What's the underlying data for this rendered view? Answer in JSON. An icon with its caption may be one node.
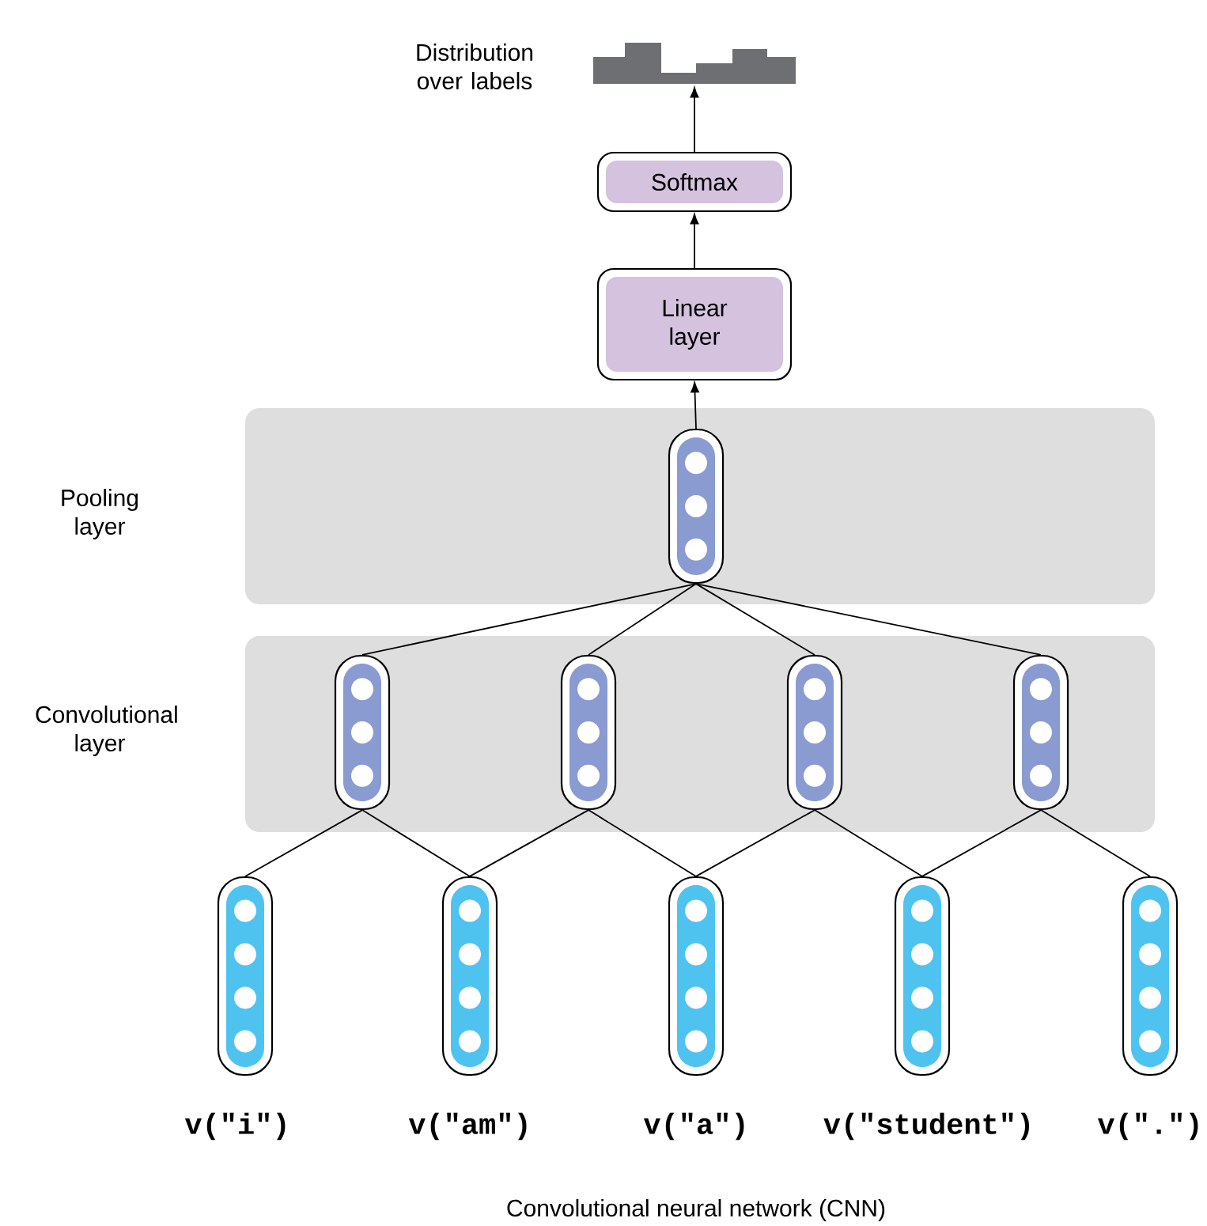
{
  "diagram": {
    "caption": "Convolutional neural network (CNN)",
    "nodes": [
      {
        "text": [
          "Pooling layer"
        ]
      },
      {
        "text": [
          "Convolutional layer"
        ]
      },
      {
        "text": [],
        "shape": "capsule",
        "in": 0
      },
      {
        "text": [],
        "shape": "capsule",
        "in": 1
      },
      {
        "text": [],
        "shape": "capsule",
        "in": 1
      },
      {
        "text": [],
        "shape": "capsule",
        "in": 1
      },
      {
        "text": [],
        "shape": "capsule",
        "in": 1
      },
      {
        "text": [],
        "shape": "capsule",
        "beside": [
          "v(\"i\")"
        ]
      },
      {
        "text": [],
        "shape": "capsule",
        "beside": [
          "v(\"am\")"
        ]
      },
      {
        "text": [],
        "shape": "capsule",
        "beside": [
          "v(\"a\")"
        ]
      },
      {
        "text": [],
        "shape": "capsule",
        "beside": [
          "v(\"student\")"
        ]
      },
      {
        "text": [],
        "shape": "capsule",
        "beside": [
          "v(\".\")"
        ]
      },
      {
        "text": [
          "Linear layer"
        ]
      },
      {
        "text": [
          "Softmax"
        ]
      },
      {
        "text": [],
        "shape": "chart",
        "beside": [
          "Distribution over labels"
        ]
      }
    ],
    "edges": [
      {
        "from": 7,
        "to": 3,
        "arrow": "none"
      },
      {
        "from": 8,
        "to": 3,
        "arrow": "none"
      },
      {
        "from": 8,
        "to": 4,
        "arrow": "none"
      },
      {
        "from": 9,
        "to": 4,
        "arrow": "none"
      },
      {
        "from": 9,
        "to": 5,
        "arrow": "none"
      },
      {
        "from": 10,
        "to": 5,
        "arrow": "none"
      },
      {
        "from": 10,
        "to": 6,
        "arrow": "none"
      },
      {
        "from": 11,
        "to": 6,
        "arrow": "none"
      },
      {
        "from": 3,
        "to": 2,
        "arrow": "none"
      },
      {
        "from": 4,
        "to": 2,
        "arrow": "none"
      },
      {
        "from": 5,
        "to": 2,
        "arrow": "none"
      },
      {
        "from": 6,
        "to": 2,
        "arrow": "none"
      },
      {
        "from": 2,
        "to": 12,
        "arrow": "to"
      },
      {
        "from": 12,
        "to": 13,
        "arrow": "to"
      },
      {
        "from": 13,
        "to": 14,
        "arrow": "to"
      }
    ]
  }
}
